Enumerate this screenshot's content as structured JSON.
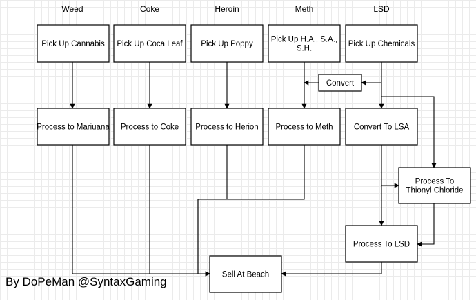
{
  "diagram": {
    "columns": [
      {
        "id": "weed",
        "label": "Weed"
      },
      {
        "id": "coke",
        "label": "Coke"
      },
      {
        "id": "heroin",
        "label": "Heroin"
      },
      {
        "id": "meth",
        "label": "Meth"
      },
      {
        "id": "lsd",
        "label": "LSD"
      }
    ],
    "nodes": [
      {
        "id": "pickup-cannabis",
        "lines": [
          "Pick Up Cannabis"
        ]
      },
      {
        "id": "pickup-coca-leaf",
        "lines": [
          "Pick Up Coca Leaf"
        ]
      },
      {
        "id": "pickup-poppy",
        "lines": [
          "Pick Up Poppy"
        ]
      },
      {
        "id": "pickup-ha-sa-sh",
        "lines": [
          "Pick Up H.A., S.A.,",
          "S.H."
        ]
      },
      {
        "id": "pickup-chemicals",
        "lines": [
          "Pick Up Chemicals"
        ]
      },
      {
        "id": "convert",
        "lines": [
          "Convert"
        ]
      },
      {
        "id": "process-mariuana",
        "lines": [
          "Process to Mariuana"
        ]
      },
      {
        "id": "process-coke",
        "lines": [
          "Process to Coke"
        ]
      },
      {
        "id": "process-herion",
        "lines": [
          "Process to Herion"
        ]
      },
      {
        "id": "process-meth",
        "lines": [
          "Process to Meth"
        ]
      },
      {
        "id": "convert-lsa",
        "lines": [
          "Convert To LSA"
        ]
      },
      {
        "id": "process-thionyl",
        "lines": [
          "Process To",
          "Thionyl Chloride"
        ]
      },
      {
        "id": "process-lsd",
        "lines": [
          "Process To LSD"
        ]
      },
      {
        "id": "sell-beach",
        "lines": [
          "Sell At Beach"
        ]
      }
    ],
    "edges": [
      {
        "from": "pickup-cannabis",
        "to": "process-mariuana"
      },
      {
        "from": "pickup-coca-leaf",
        "to": "process-coke"
      },
      {
        "from": "pickup-poppy",
        "to": "process-herion"
      },
      {
        "from": "pickup-ha-sa-sh",
        "to": "process-meth"
      },
      {
        "from": "convert",
        "to": "process-meth"
      },
      {
        "from": "pickup-chemicals",
        "to": "convert"
      },
      {
        "from": "pickup-chemicals",
        "to": "convert-lsa"
      },
      {
        "from": "pickup-chemicals",
        "to": "process-thionyl"
      },
      {
        "from": "convert-lsa",
        "to": "process-thionyl"
      },
      {
        "from": "convert-lsa",
        "to": "process-lsd"
      },
      {
        "from": "process-thionyl",
        "to": "process-lsd"
      },
      {
        "from": "process-mariuana",
        "to": "sell-beach"
      },
      {
        "from": "process-coke",
        "to": "sell-beach"
      },
      {
        "from": "process-herion",
        "to": "sell-beach"
      },
      {
        "from": "process-meth",
        "to": "sell-beach"
      },
      {
        "from": "process-lsd",
        "to": "sell-beach"
      }
    ],
    "credit": "By DoPeMan @SyntaxGaming"
  }
}
